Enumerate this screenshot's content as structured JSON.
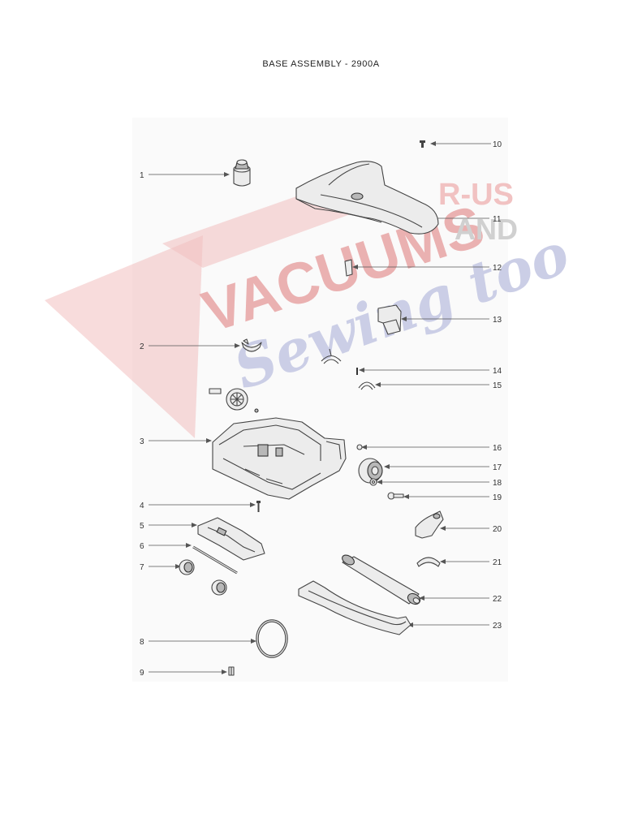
{
  "title": "BASE ASSEMBLY - 2900A",
  "watermark": {
    "line1": "VACUUMS",
    "line2": "R-US",
    "line3": "AND",
    "line4": "Sewing too",
    "colors": {
      "red": "#e8a0a0",
      "gray": "#bdbdbd",
      "blue": "#b9bddc"
    }
  },
  "callouts": {
    "c1": "1",
    "c2": "2",
    "c3": "3",
    "c4": "4",
    "c5": "5",
    "c6": "6",
    "c7": "7",
    "c8": "8",
    "c9": "9",
    "c10": "10",
    "c11": "11",
    "c12": "12",
    "c13": "13",
    "c14": "14",
    "c15": "15",
    "c16": "16",
    "c17": "17",
    "c18": "18",
    "c19": "19",
    "c20": "20",
    "c21": "21",
    "c22": "22",
    "c23": "23"
  }
}
